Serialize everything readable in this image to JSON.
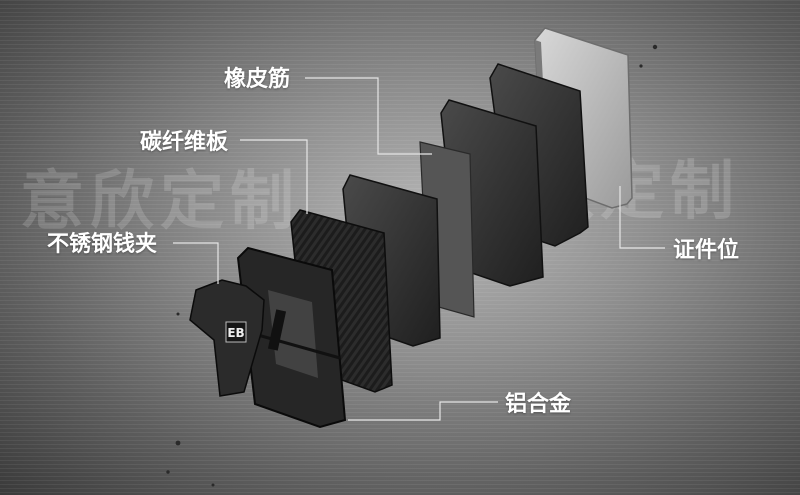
{
  "watermark": {
    "left": "意欣定制",
    "right": "意欣定制"
  },
  "labels": {
    "rubber_band": "橡皮筋",
    "carbon_plate": "碳纤维板",
    "steel_clip": "不锈钢钱夹",
    "card_slot": "证件位",
    "aluminum": "铝合金"
  },
  "logo": "EB",
  "colors": {
    "background": "#8e8e8e",
    "label_text": "#ffffff",
    "leader_line": "#e6e6e6"
  }
}
